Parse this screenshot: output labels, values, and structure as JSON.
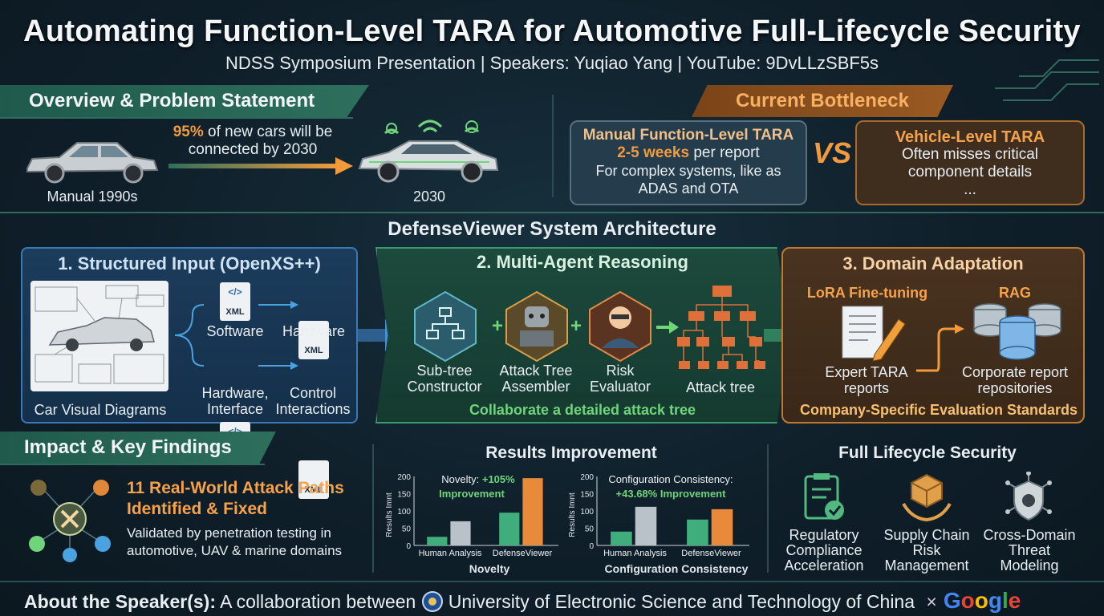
{
  "header": {
    "title": "Automating Function-Level TARA for Automotive Full-Lifecycle Security",
    "subtitle": "NDSS Symposium Presentation | Speakers: Yuqiao Yang | YouTube: 9DvLLzSBF5s"
  },
  "overview": {
    "heading": "Overview & Problem Statement",
    "stat_highlight": "95%",
    "stat_rest": " of new cars will be",
    "stat_line2": "connected by 2030",
    "old_car_label": "Manual 1990s",
    "new_car_label": "2030"
  },
  "bottleneck": {
    "heading": "Current Bottleneck",
    "left_title": "Manual Function-Level TARA",
    "left_highlight": "2-5 weeks",
    "left_rest": " per report",
    "left_line3": "For complex systems, like as",
    "left_line4": "ADAS and OTA",
    "vs": "VS",
    "right_title": "Vehicle-Level TARA",
    "right_line2": "Often misses critical",
    "right_line3": "component details",
    "right_line4": "..."
  },
  "architecture": {
    "heading": "DefenseViewer System Architecture",
    "panel1": {
      "title": "1. Structured Input (OpenXS++)",
      "xml_tag": "</>",
      "xml_label": "XML",
      "software": "Software",
      "hardware": "Hardware",
      "hw_interface_1": "Hardware,",
      "hw_interface_2": "Interface",
      "control_1": "Control",
      "control_2": "Interactions",
      "diagram_caption": "Car Visual Diagrams"
    },
    "panel2": {
      "title": "2. Multi-Agent Reasoning",
      "agent1_1": "Sub-tree",
      "agent1_2": "Constructor",
      "agent2_1": "Attack Tree",
      "agent2_2": "Assembler",
      "agent3_1": "Risk",
      "agent3_2": "Evaluator",
      "output": "Attack tree",
      "plus": "+",
      "footer": "Collaborate a detailed attack tree"
    },
    "panel3": {
      "title": "3. Domain Adaptation",
      "lora": "LoRA Fine-tuning",
      "rag": "RAG",
      "expert_1": "Expert TARA",
      "expert_2": "reports",
      "corp_1": "Corporate report",
      "corp_2": "repositories",
      "footer": "Company-Specific Evaluation Standards"
    }
  },
  "impact": {
    "heading": "Impact & Key Findings",
    "line1": "11 Real-World Attack Paths",
    "line2": "Identified & Fixed",
    "desc1": "Validated by penetration testing in",
    "desc2": "automotive, UAV & marine domains"
  },
  "results": {
    "heading": "Results Improvement"
  },
  "chart_data": [
    {
      "type": "bar",
      "title": "Novelty",
      "annotation_1": "Novelty: ",
      "annotation_highlight": "+105%",
      "annotation_2": "Improvement",
      "ylabel": "Results Imnt",
      "ylim": [
        0,
        200
      ],
      "yticks": [
        "0",
        "50",
        "100",
        "150",
        "200"
      ],
      "categories": [
        "Human Analysis",
        "DefenseViewer"
      ],
      "series": [
        {
          "values": [
            25,
            95
          ],
          "color": "#3fae7c"
        },
        {
          "values": [
            70,
            195
          ],
          "color": "#e98a3a"
        }
      ],
      "human_bars": [
        25,
        70
      ],
      "dv_bars": [
        95,
        195
      ]
    },
    {
      "type": "bar",
      "title": "Configuration Consistency",
      "annotation_1": "Configuration Consistency:",
      "annotation_highlight": "+43.68% Improvement",
      "ylabel": "Results Imnt",
      "ylim": [
        0,
        200
      ],
      "yticks": [
        "0",
        "50",
        "100",
        "150",
        "200"
      ],
      "categories": [
        "Human Analysis",
        "DefenseViewer"
      ],
      "human_bars": [
        40,
        112
      ],
      "dv_bars": [
        75,
        105
      ]
    }
  ],
  "lifecycle": {
    "heading": "Full Lifecycle Security",
    "item1_1": "Regulatory",
    "item1_2": "Compliance",
    "item1_3": "Acceleration",
    "item2_1": "Supply Chain",
    "item2_2": "Risk",
    "item2_3": "Management",
    "item3_1": "Cross-Domain",
    "item3_2": "Threat",
    "item3_3": "Modeling"
  },
  "footer": {
    "label": "About the Speaker(s):",
    "text": " A collaboration between ",
    "university": "University of Electronic Science and Technology of China",
    "times": "×",
    "google": "Google"
  },
  "colors": {
    "accent_orange": "#f39a3c",
    "accent_green": "#6fd47a",
    "panel_blue": "#3b78b6",
    "panel_green": "#3d9a6e",
    "panel_orange": "#c07a30"
  }
}
